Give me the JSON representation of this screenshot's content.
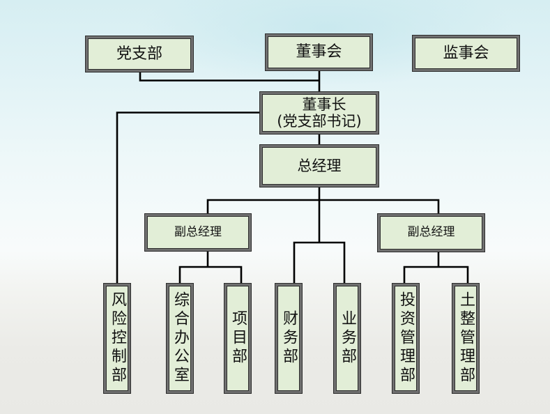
{
  "org_chart": {
    "party_branch": "党支部",
    "board": "董事会",
    "supervisory_board": "监事会",
    "chairman": {
      "title": "董事长",
      "note": "(党支部书记)"
    },
    "general_manager": "总经理",
    "vice_gm_left": "副总经理",
    "vice_gm_right": "副总经理",
    "departments": [
      {
        "label": "风险控制部",
        "reports_to": "董事长"
      },
      {
        "label": "综合办公室",
        "reports_to": "副总经理(左)"
      },
      {
        "label": "项目部",
        "reports_to": "副总经理(左)"
      },
      {
        "label": "财务部",
        "reports_to": "总经理"
      },
      {
        "label": "业务部",
        "reports_to": "总经理"
      },
      {
        "label": "投资管理部",
        "reports_to": "副总经理(右)"
      },
      {
        "label": "土整管理部",
        "reports_to": "副总经理(右)"
      }
    ],
    "colors": {
      "box_fill": "#e2eed7",
      "box_border": "#707070",
      "connector": "#000000"
    }
  }
}
